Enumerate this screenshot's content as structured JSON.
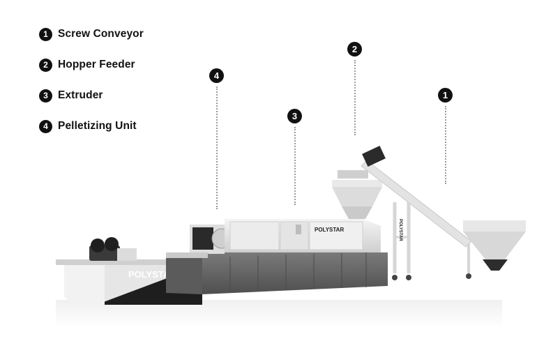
{
  "legend": {
    "items": [
      {
        "number": "1",
        "label": "Screw Conveyor"
      },
      {
        "number": "2",
        "label": "Hopper Feeder"
      },
      {
        "number": "3",
        "label": "Extruder"
      },
      {
        "number": "4",
        "label": "Pelletizing Unit"
      }
    ]
  },
  "callouts": [
    {
      "number": "1"
    },
    {
      "number": "2"
    },
    {
      "number": "3"
    },
    {
      "number": "4"
    }
  ],
  "machine": {
    "brand_front": "POLYSTAR",
    "brand_extruder": "POLYSTAR",
    "brand_conveyor": "POLYSTAR"
  },
  "colors": {
    "badge": "#111111",
    "machine_body": "#e4e4e4",
    "machine_dark": "#2b2b2b",
    "base_gray": "#6b6b6b"
  }
}
